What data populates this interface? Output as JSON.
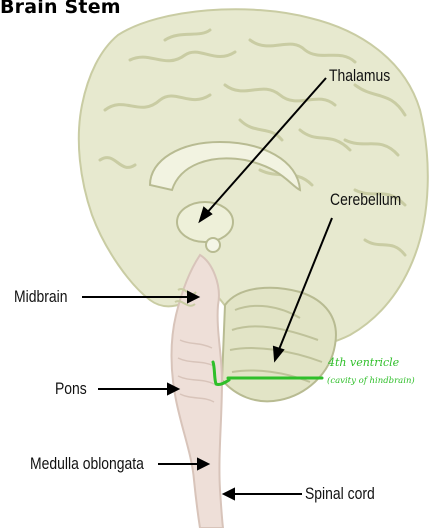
{
  "title": "Brain Stem",
  "labels": {
    "thalamus": "Thalamus",
    "cerebellum": "Cerebellum",
    "midbrain": "Midbrain",
    "pons": "Pons",
    "medulla": "Medulla oblongata",
    "spinal_cord": "Spinal cord"
  },
  "annotation": {
    "main": "4th ventricle",
    "sub": "(cavity of hindbrain)",
    "color": "#2fbf2a"
  },
  "colors": {
    "brain_fill": "#e7e9cf",
    "brain_gyri": "#c9cca3",
    "brainstem_fill": "#eedfd8",
    "corpus_callosum": "#f2f3e1"
  }
}
